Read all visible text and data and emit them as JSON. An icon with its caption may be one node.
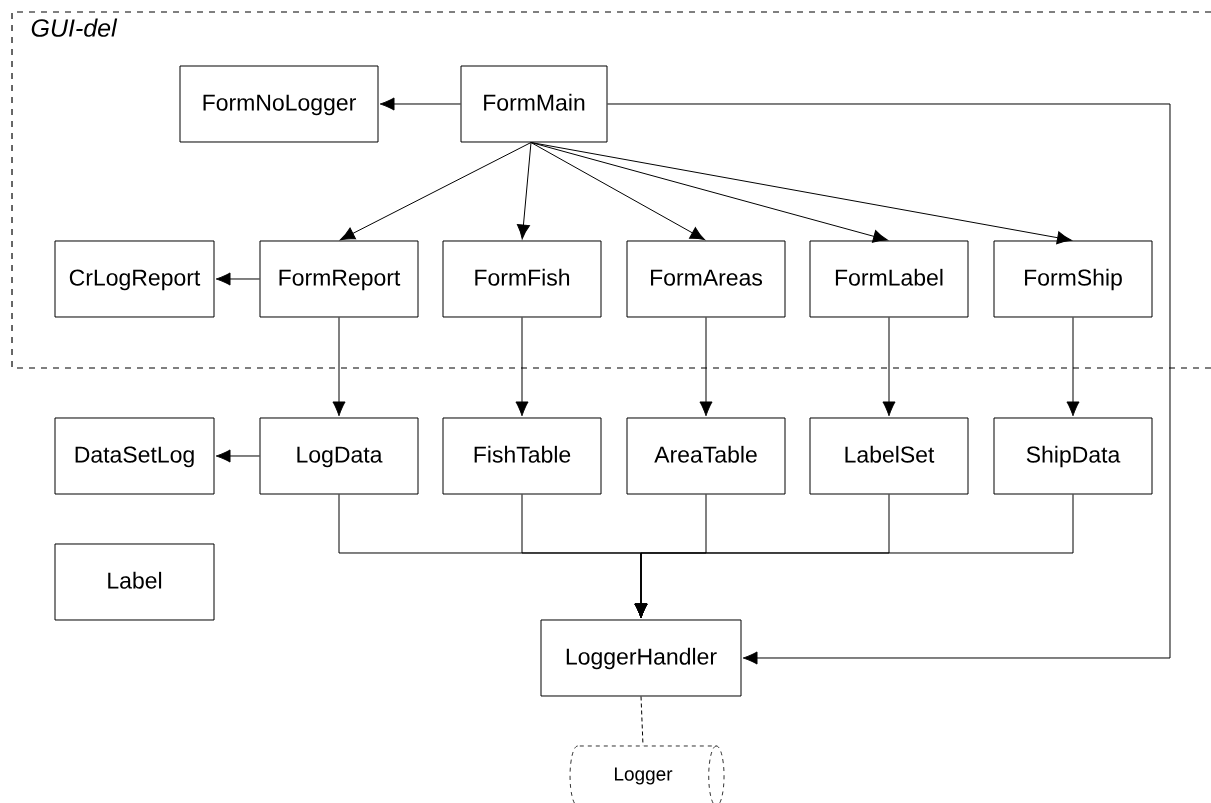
{
  "diagram": {
    "nodes": [
      {
        "text": [
          "GUI-del"
        ]
      },
      {
        "text": [
          "FormNoLogger"
        ],
        "in": 0
      },
      {
        "text": [
          "FormMain"
        ],
        "in": 0
      },
      {
        "text": [
          "CrLogReport"
        ],
        "in": 0
      },
      {
        "text": [
          "FormReport"
        ],
        "in": 0
      },
      {
        "text": [
          "FormFish"
        ],
        "in": 0
      },
      {
        "text": [
          "FormAreas"
        ],
        "in": 0
      },
      {
        "text": [
          "FormLabel"
        ],
        "in": 0
      },
      {
        "text": [
          "FormShip"
        ],
        "in": 0
      },
      {
        "text": [
          "DataSetLog"
        ]
      },
      {
        "text": [
          "LogData"
        ]
      },
      {
        "text": [
          "FishTable"
        ]
      },
      {
        "text": [
          "AreaTable"
        ]
      },
      {
        "text": [
          "LabelSet"
        ]
      },
      {
        "text": [
          "ShipData"
        ]
      },
      {
        "text": [
          "Label"
        ]
      },
      {
        "text": [
          "LoggerHandler"
        ]
      },
      {
        "text": [
          "Logger"
        ]
      }
    ],
    "edges": [
      {
        "from": 2,
        "to": 1,
        "arrow": "to"
      },
      {
        "from": 2,
        "to": 4,
        "arrow": "to"
      },
      {
        "from": 2,
        "to": 5,
        "arrow": "to"
      },
      {
        "from": 2,
        "to": 6,
        "arrow": "to"
      },
      {
        "from": 2,
        "to": 7,
        "arrow": "to"
      },
      {
        "from": 2,
        "to": 8,
        "arrow": "to"
      },
      {
        "from": 2,
        "to": 16,
        "arrow": "to"
      },
      {
        "from": 4,
        "to": 3,
        "arrow": "to"
      },
      {
        "from": 4,
        "to": 10,
        "arrow": "to"
      },
      {
        "from": 5,
        "to": 11,
        "arrow": "to"
      },
      {
        "from": 6,
        "to": 12,
        "arrow": "to"
      },
      {
        "from": 7,
        "to": 13,
        "arrow": "to"
      },
      {
        "from": 8,
        "to": 14,
        "arrow": "to"
      },
      {
        "from": 10,
        "to": 9,
        "arrow": "to"
      },
      {
        "from": 10,
        "to": 16,
        "arrow": "to"
      },
      {
        "from": 11,
        "to": 16,
        "arrow": "to"
      },
      {
        "from": 12,
        "to": 16,
        "arrow": "to"
      },
      {
        "from": 13,
        "to": 16,
        "arrow": "to"
      },
      {
        "from": 14,
        "to": 16,
        "arrow": "to"
      },
      {
        "from": 16,
        "to": 17,
        "arrow": "none",
        "style": "dashed"
      }
    ]
  }
}
